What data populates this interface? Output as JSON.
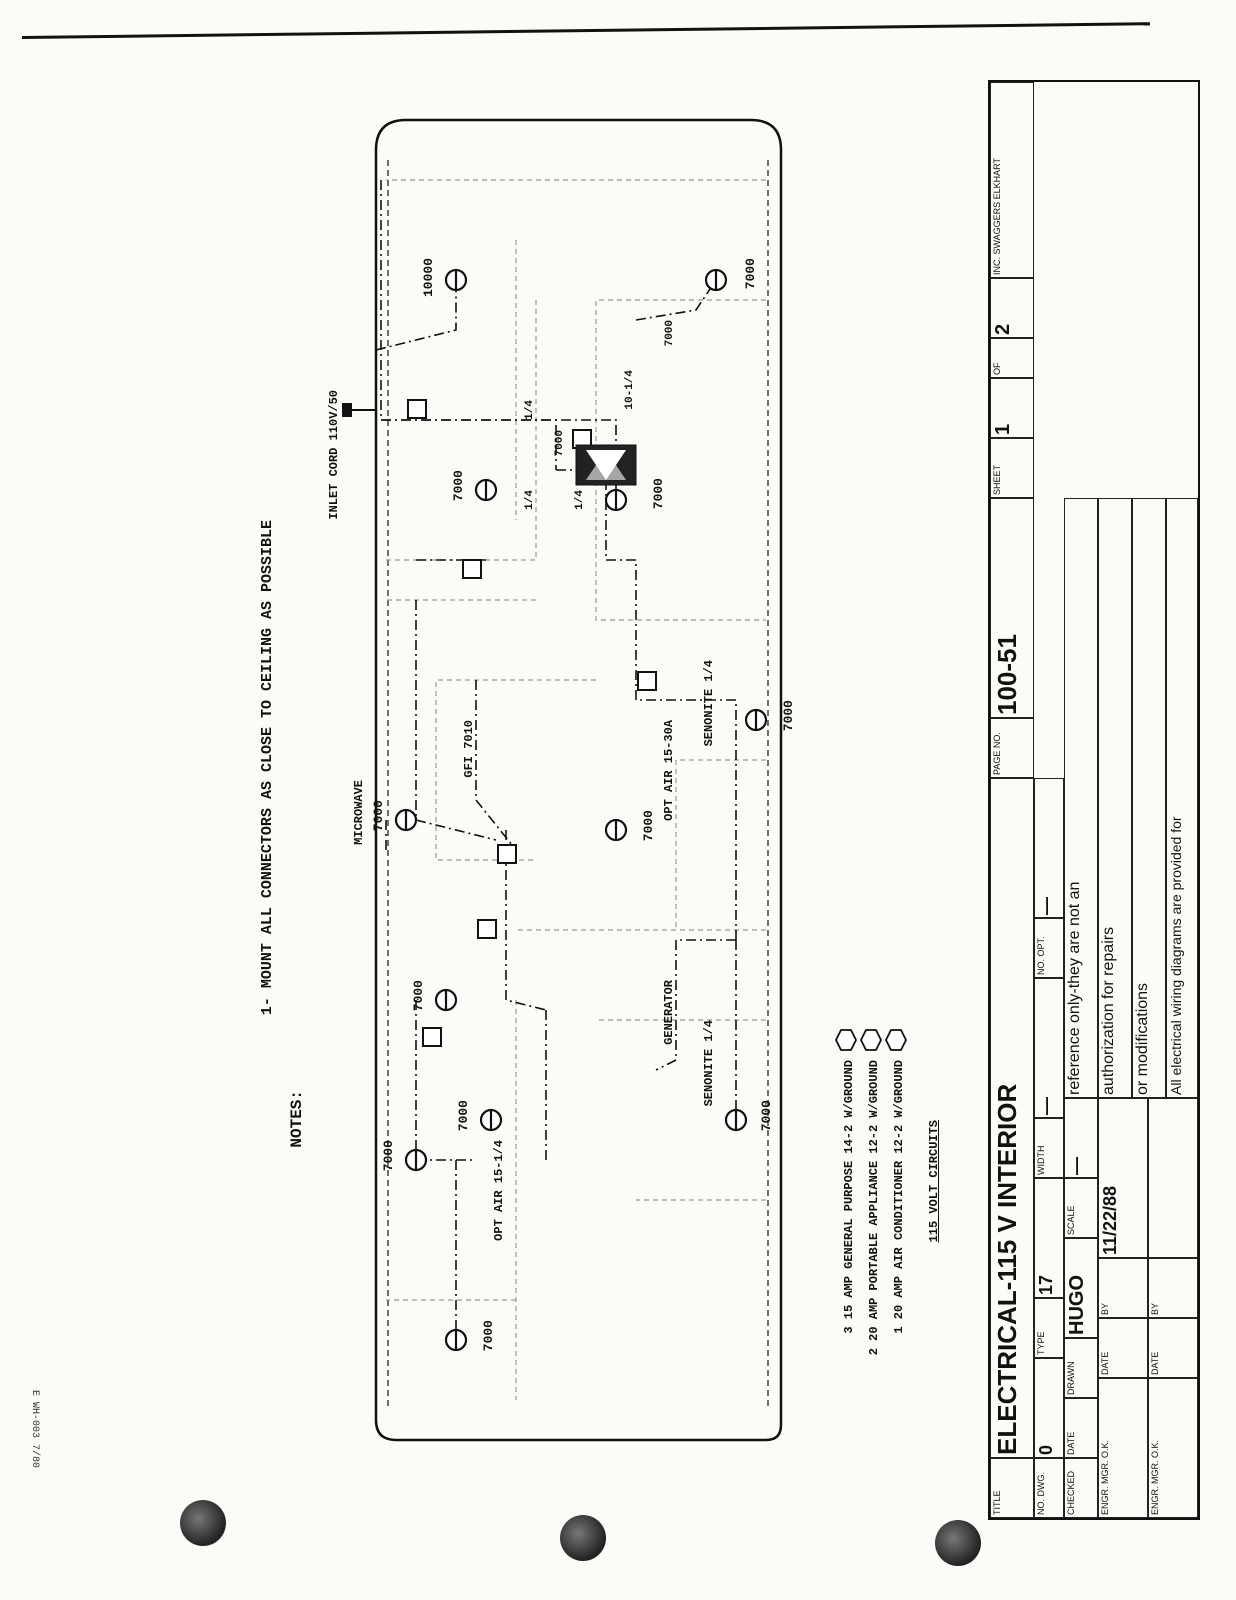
{
  "notes": {
    "heading": "NOTES:",
    "line1": "1- MOUNT ALL CONNECTORS AS CLOSE TO CEILING AS POSSIBLE"
  },
  "edge_code": "E WH-003 7/80",
  "outlets": [
    {
      "label": "7000"
    },
    {
      "label": "7000"
    },
    {
      "label": "10000"
    },
    {
      "label": "7000"
    },
    {
      "label": "7000"
    },
    {
      "label": "7000"
    },
    {
      "label": "7000"
    },
    {
      "label": "7000"
    },
    {
      "label": "7000"
    },
    {
      "label": "7000"
    },
    {
      "label": "7000"
    },
    {
      "label": "7000"
    }
  ],
  "labels": {
    "inlet": "INLET CORD 110V/50",
    "opt_air": "OPT AIR 15-30A",
    "gfi": "GFI 7010",
    "microwave": "MICROWAVE",
    "opt_air2": "OPT AIR 15-1/4",
    "generator": "GENERATOR",
    "senonite1": "SENONITE 1/4",
    "senonite2": "SENONITE 1/4",
    "amp1": "1/4",
    "amp2": "1/4",
    "amp3": "1/4",
    "amp4": "10-1/4",
    "seven_a": "7000",
    "seven_b": "7000"
  },
  "legend": {
    "items": [
      {
        "num": "3",
        "text": "15 AMP GENERAL PURPOSE 14-2 W/GROUND"
      },
      {
        "num": "2",
        "text": "20 AMP PORTABLE APPLIANCE 12-2 W/GROUND"
      },
      {
        "num": "1",
        "text": "20 AMP AIR CONDITIONER 12-2 W/GROUND"
      }
    ],
    "title": "115 VOLT CIRCUITS"
  },
  "title_block": {
    "title_label": "TITLE",
    "title": "ELECTRICAL-115 V INTERIOR",
    "checked_label": "CHECKED",
    "date_label": "DATE",
    "drawn_label": "DRAWN",
    "drawn_by": "HUGO",
    "scale_label": "SCALE",
    "scale": "—",
    "page_label": "PAGE NO.",
    "page_no": "100-51",
    "sheet_label": "SHEET",
    "sheet": "1",
    "of_label": "OF",
    "of": "2",
    "no_label": "NO. DWG.",
    "no": "0",
    "type_label": "TYPE",
    "type_val": "17",
    "width_label": "WIDTH",
    "width_val": "—",
    "opt_label": "NO. OPT.",
    "opt_val": "—",
    "rev_note1": "reference only-they are not an",
    "rev_note2": "authorization for repairs",
    "rev_note3": "or modifications",
    "rev_note4": "All electrical wiring diagrams are provided for",
    "engr_label": "ENGR. MGR. O.K.",
    "date2_label": "DATE",
    "by_label": "BY",
    "engr2_label": "ENGR. MGR. O.K.",
    "date3_label": "DATE",
    "by2_label": "BY",
    "date_val": "11/22/88",
    "company": "INC. SWAGGERS ELKHART"
  },
  "colors": {
    "ink": "#111111",
    "paper": "#fbfbf8",
    "faint": "#9a9a9a"
  }
}
